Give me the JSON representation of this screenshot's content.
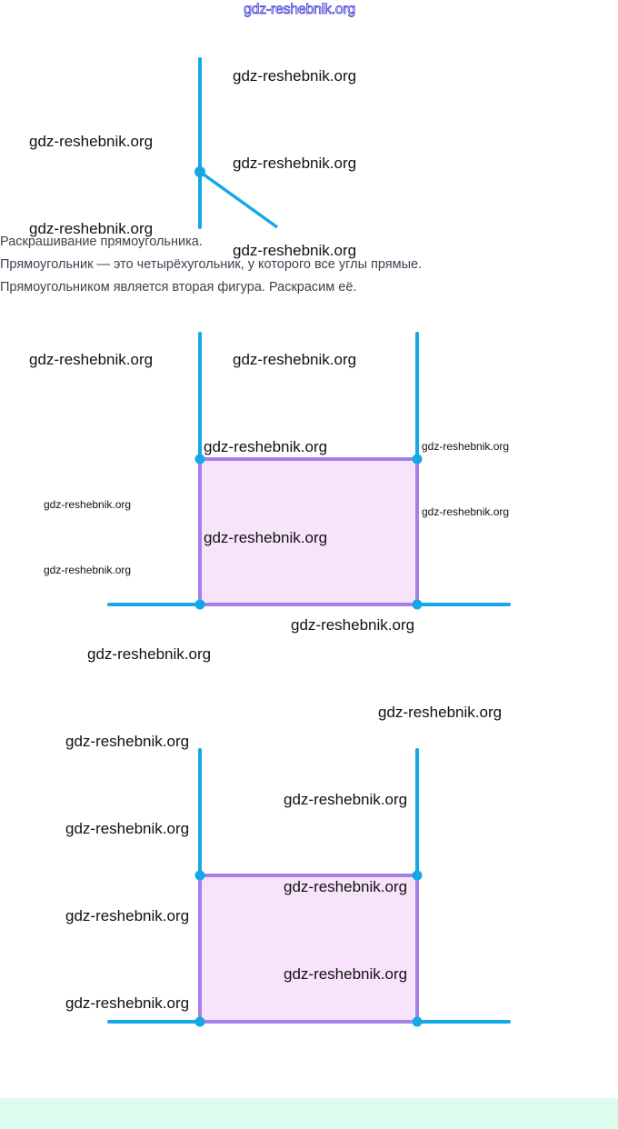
{
  "header_watermark": "gdz-reshebnik.org",
  "watermark": "gdz-reshebnik.org",
  "text": {
    "line1": "Раскрашивание прямоугольника.",
    "line2": "Прямоугольник — это четырёхугольник, у которого все углы прямые.",
    "line3": "Прямоугольником является вторая фигура. Раскрасим её."
  },
  "colors": {
    "line": "#14a9e6",
    "rect_stroke": "#a77fe8",
    "rect_fill": "#f7e4fa",
    "footer_band": "#dcfded"
  }
}
